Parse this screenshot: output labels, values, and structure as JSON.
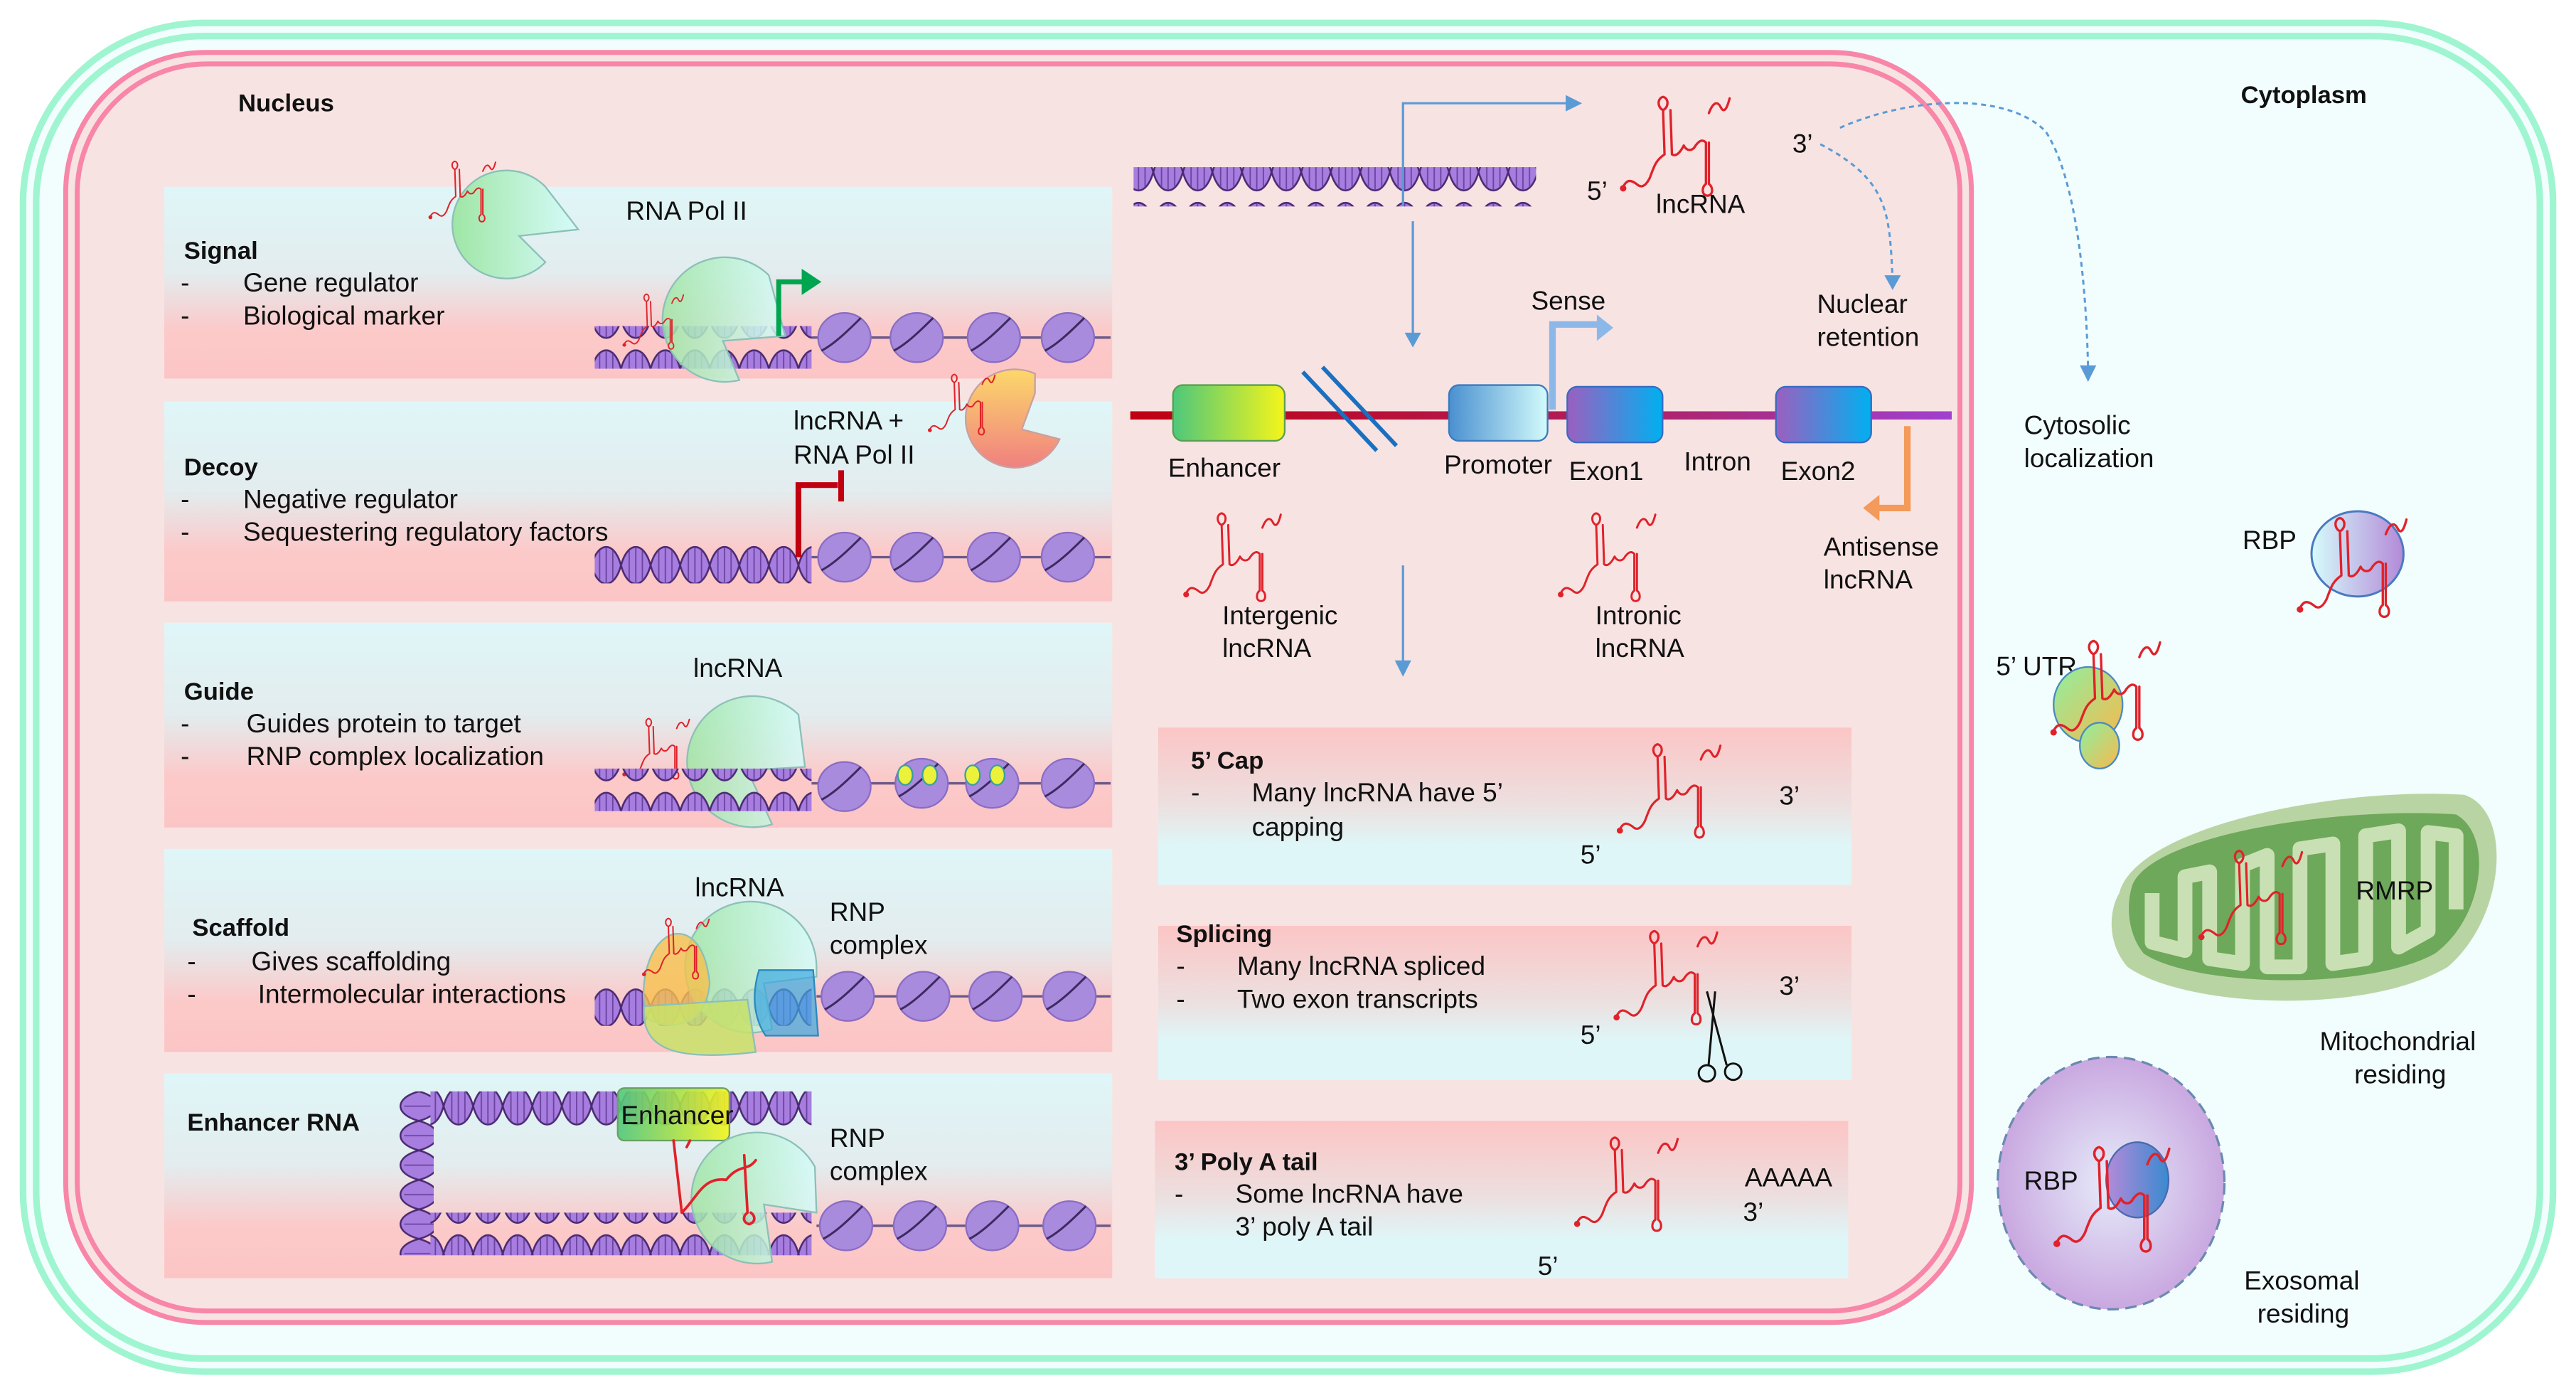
{
  "compartments": {
    "nucleus_label": "Nucleus",
    "cytoplasm_label": "Cytoplasm"
  },
  "colors": {
    "cell_border": "#9ff5d0",
    "cell_fill": "#f2fdfe",
    "nucleus_border": "#f886a8",
    "nucleus_fill": "#f8e3e3",
    "panel_top": "#dff6f8",
    "panel_bottom": "#fcc5c5",
    "rna": "#e0222a",
    "dna": "#9b6ed8",
    "arrow": "#5b9bd5"
  },
  "functions": [
    {
      "title": "Signal",
      "bullets": [
        "Gene regulator",
        "Biological marker"
      ],
      "labels": [
        "RNA Pol II"
      ]
    },
    {
      "title": "Decoy",
      "bullets": [
        "Negative regulator",
        "Sequestering regulatory factors"
      ],
      "labels": [
        "lncRNA +",
        "RNA Pol II"
      ]
    },
    {
      "title": "Guide",
      "bullets": [
        "Guides protein to target",
        "RNP complex localization"
      ],
      "labels": [
        "lncRNA"
      ]
    },
    {
      "title": "Scaffold",
      "bullets": [
        "Gives scaffolding",
        "Intermolecular interactions"
      ],
      "labels": [
        "lncRNA",
        "RNP",
        "complex"
      ]
    },
    {
      "title": "Enhancer RNA",
      "bullets": [],
      "labels": [
        "Enhancer",
        "RNP",
        "complex"
      ]
    }
  ],
  "biogenesis": {
    "top_rna": {
      "five_prime": "5’",
      "three_prime": "3’",
      "label": "lncRNA"
    },
    "nuclear_retention": [
      "Nuclear",
      "retention"
    ],
    "sense": "Sense",
    "gene_parts": [
      "Enhancer",
      "Promoter",
      "Exon1",
      "Intron",
      "Exon2"
    ],
    "antisense": [
      "Antisense",
      "lncRNA"
    ],
    "intergenic": [
      "Intergenic",
      "lncRNA"
    ],
    "intronic": [
      "Intronic",
      "lncRNA"
    ]
  },
  "processing": [
    {
      "title": "5’ Cap",
      "bullets": [
        "Many lncRNA have 5’",
        "capping"
      ],
      "five_prime": "5’",
      "three_prime": "3’"
    },
    {
      "title": "Splicing",
      "bullets": [
        "Many lncRNA spliced",
        "Two exon transcripts"
      ],
      "five_prime": "5’",
      "three_prime": "3’"
    },
    {
      "title": "3’ Poly A tail",
      "bullets": [
        "Some lncRNA have",
        "3’ poly A tail"
      ],
      "five_prime": "5’",
      "three_prime": "3’",
      "tail": "AAAAA"
    }
  ],
  "cytoplasm": {
    "cytosolic": [
      "Cytosolic",
      "localization"
    ],
    "rbp": "RBP",
    "utr": "5’ UTR",
    "rmrp": "RMRP",
    "mito": [
      "Mitochondrial",
      "residing"
    ],
    "exo_rbp": "RBP",
    "exo": [
      "Exosomal",
      "residing"
    ]
  },
  "bullet_char": "-"
}
